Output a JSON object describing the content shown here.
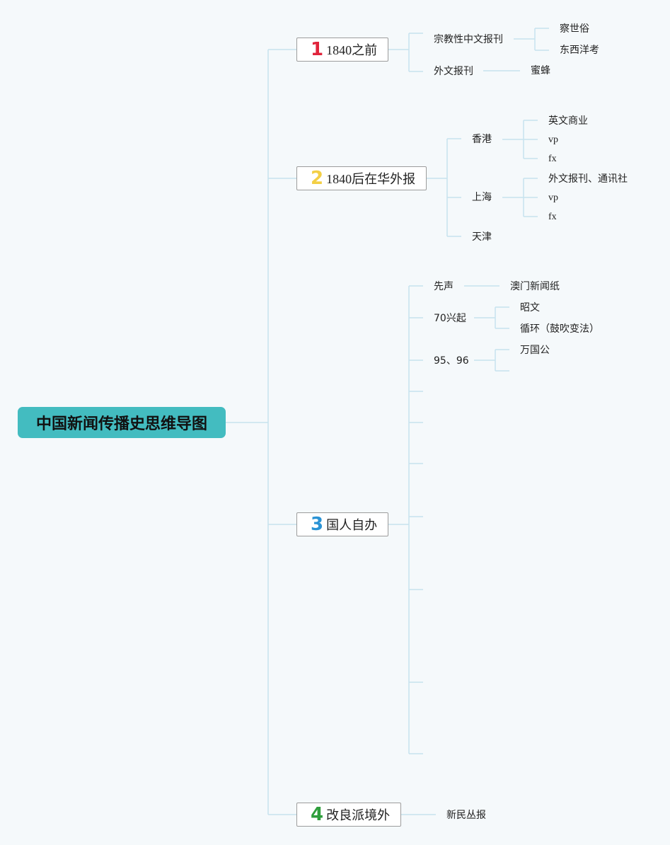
{
  "root": "中国新闻传播史思维导图",
  "branches": [
    {
      "num": "1",
      "label": "1840之前",
      "color": "#e0243b",
      "children": [
        {
          "label": "宗教性中文报刊",
          "children": [
            "察世俗",
            "东西洋考"
          ]
        },
        {
          "label": "外文报刊",
          "children": [
            "蜜蜂"
          ]
        }
      ]
    },
    {
      "num": "2",
      "label": "1840后在华外报",
      "color": "#f3cf45",
      "children": [
        {
          "label": "香港",
          "children": [
            "英文商业",
            "vp",
            "fx"
          ]
        },
        {
          "label": "上海",
          "children": [
            "外文报刊、通讯社",
            "vp",
            "fx"
          ]
        },
        {
          "label": "天津",
          "children": []
        }
      ]
    },
    {
      "num": "3",
      "label": "国人自办",
      "color": "#2a93d5",
      "children": [
        {
          "label": "先声",
          "children": [
            "澳门新闻纸"
          ]
        },
        {
          "label": "70兴起",
          "children": [
            "昭文",
            "循环（鼓吹变法）"
          ]
        },
        {
          "label": "95、96",
          "children": [
            "万国公",
            ""
          ]
        }
      ]
    },
    {
      "num": "4",
      "label": "改良派境外",
      "color": "#2e9e3c",
      "children": [
        {
          "label": "新民丛报",
          "children": []
        }
      ]
    }
  ]
}
